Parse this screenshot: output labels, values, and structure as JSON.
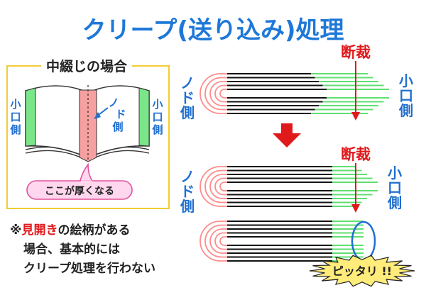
{
  "title": "クリープ(送り込み)処理",
  "panel": {
    "heading": "中綴じの場合",
    "left_side_label": [
      "小",
      "口",
      "側"
    ],
    "right_side_label": [
      "小",
      "口",
      "側"
    ],
    "spine_label": [
      "ノ",
      "ド"
    ],
    "side_word": "側",
    "bubble_text": "ここが厚くなる"
  },
  "note": {
    "line1_prefix": "※",
    "line1_highlight": "見開き",
    "line1_rest": "の絵柄がある",
    "line2": "場合、基本的には",
    "line3": "クリープ処理を行わない"
  },
  "diagram": {
    "cut_label_1": "断裁",
    "cut_label_2": "断裁",
    "nodo_label": [
      "ノ",
      "ド",
      "側"
    ],
    "koguchi_label": [
      "小",
      "口",
      "側"
    ],
    "perfect_label": "ピッタリ !!"
  },
  "colors": {
    "title_blue": "#1e78d8",
    "label_blue": "#1f6fd0",
    "red": "#e0191b",
    "pink": "#ff8c8c",
    "green": "#5fe070",
    "frame_yellow": "#f2cc33",
    "bubble_fill": "#ffd7ee",
    "bubble_stroke": "#e0529c",
    "star_fill": "#ffec7a"
  }
}
